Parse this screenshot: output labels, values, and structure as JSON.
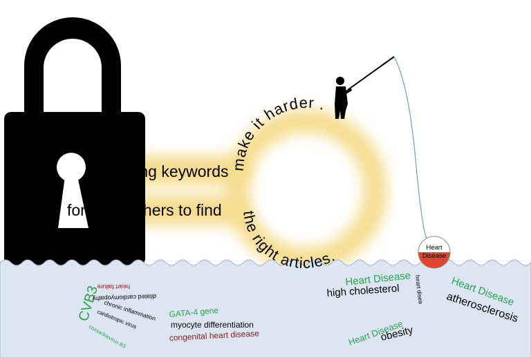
{
  "key_text": {
    "line1": "…missing keywords",
    "line2": "for researchers to find"
  },
  "arc_text": {
    "top": "make it harder .",
    "bottom": "the right articles."
  },
  "bobber": {
    "word1": "Heart",
    "word2": "Disease",
    "line_word": "heart disease"
  },
  "left_cluster": {
    "cvb3": "CVB3",
    "item1": "heart failure",
    "item2": "dilated cardiomyopathy",
    "item3": "chronic inflammation",
    "item4": "cardiotropic virus",
    "item5": "coxsackievirus B3"
  },
  "middle_cluster": {
    "gata4": "GATA-4 gene",
    "myocyte": "myocyte differentiation",
    "congenital": "congenital heart disease"
  },
  "right_cluster": {
    "hd1": "Heart Disease",
    "high": "high cholesterol",
    "hd2": "Heart Disease",
    "obesity": "obesity",
    "hd3": "Heart Disease",
    "atherosclerosis": "atherosclerosis"
  },
  "colors": {
    "lock": "#000000",
    "water": "#dbe6f2",
    "wave_edge": "#9fb4cc",
    "glow": "#f3d77a",
    "green": "#2ca24a",
    "dark_red": "#8b1a1a",
    "bobber_red": "#e0442f"
  }
}
